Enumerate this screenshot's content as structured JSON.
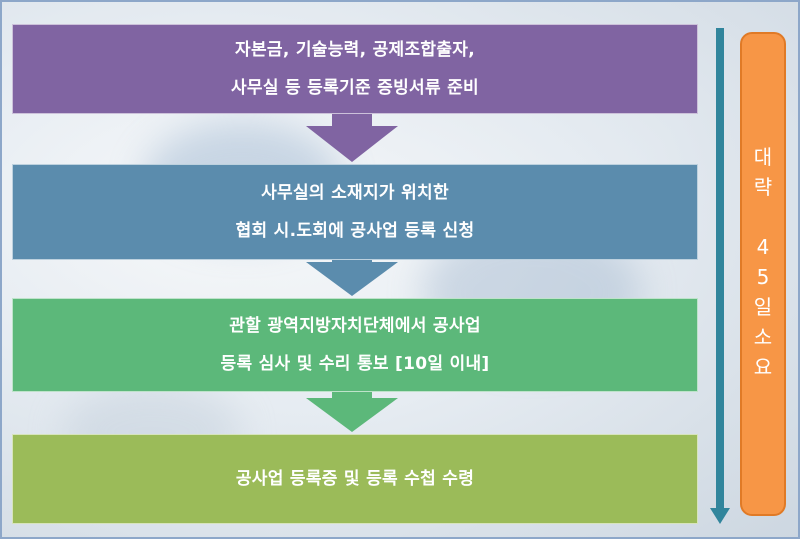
{
  "steps": [
    {
      "line1": "자본금, 기술능력, 공제조합출자,",
      "line2": "사무실 등 등록기준 증빙서류 준비"
    },
    {
      "line1": "사무실의 소재지가 위치한",
      "line2": "협회 시.도회에 공사업 등록 신청"
    },
    {
      "line1": "관할 광역지방자치단체에서 공사업",
      "line2": "등록 심사 및 수리 통보 [10일 이내]"
    },
    {
      "line1": "공사업 등록증 및 등록 수첩 수령"
    }
  ],
  "duration": {
    "chars": [
      "대",
      "략",
      "",
      "4",
      "5",
      "일",
      "소",
      "요"
    ]
  },
  "colors": {
    "step1": "#8064a2",
    "step2": "#5b8cad",
    "step3": "#5cb87a",
    "step4": "#9bbb59",
    "timeline": "#31859c",
    "duration": "#f79646"
  }
}
